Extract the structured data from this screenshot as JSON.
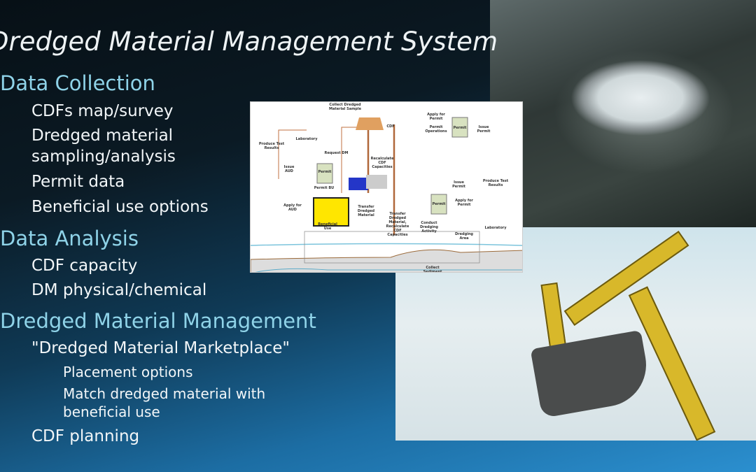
{
  "slide": {
    "title": "Dredged Material Management System",
    "sections": [
      {
        "heading": "Data Collection",
        "items": [
          "CDFs map/survey",
          "Dredged material sampling/analysis",
          "Permit data",
          "Beneficial use options"
        ]
      },
      {
        "heading": "Data Analysis",
        "items": [
          "CDF capacity",
          "DM physical/chemical"
        ]
      },
      {
        "heading": "Dredged Material Management",
        "items": [
          "\"Dredged Material Marketplace\"",
          "CDF planning"
        ],
        "subitems": [
          "Placement options",
          "Match dredged material with beneficial use"
        ]
      }
    ]
  },
  "diagram": {
    "labels": [
      "Collect Dredged Material Sample",
      "CDF",
      "Apply for Permit",
      "Permit Operations",
      "Permit",
      "Issue Permit",
      "Laboratory",
      "Produce Test Results",
      "Request DM",
      "Recalculate CDF Capacities",
      "Issue AUD",
      "Permit",
      "Permit BU",
      "Apply for AUD",
      "Beneficial Use",
      "Transfer Dredged Material",
      "Transfer Dredged Material, Recalculate CDF Capacities",
      "Issue Permit",
      "Permit",
      "Apply for Permit",
      "Produce Test Results",
      "Laboratory",
      "Conduct Dredging Activity",
      "Dredging Area",
      "Collect Sediment Sample"
    ]
  }
}
